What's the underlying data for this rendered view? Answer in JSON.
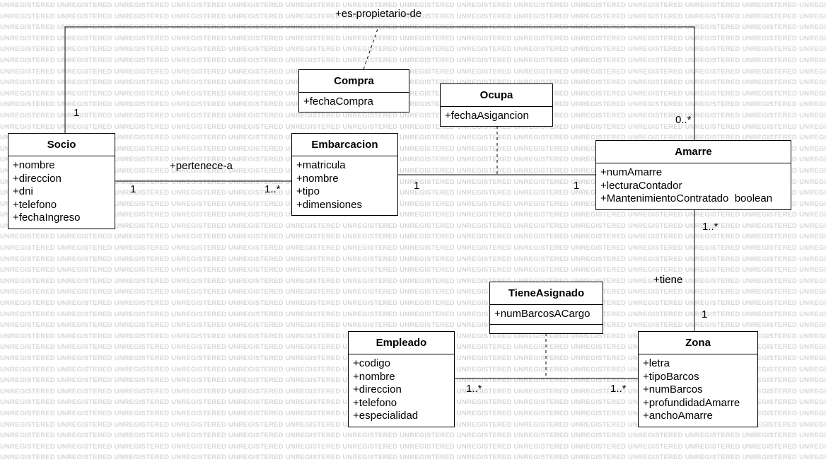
{
  "watermark": "UNREGISTERED",
  "classes": {
    "socio": {
      "name": "Socio",
      "attributes": [
        "+nombre",
        "+direccion",
        "+dni",
        "+telefono",
        "+fechaIngreso"
      ]
    },
    "embarcacion": {
      "name": "Embarcacion",
      "attributes": [
        "+matricula",
        "+nombre",
        "+tipo",
        "+dimensiones"
      ]
    },
    "compra": {
      "name": "Compra",
      "attributes": [
        "+fechaCompra"
      ]
    },
    "ocupa": {
      "name": "Ocupa",
      "attributes": [
        "+fechaAsigancion"
      ]
    },
    "amarre": {
      "name": "Amarre",
      "attributes": [
        "+numAmarre",
        "+lecturaContador",
        "+MantenimientoContratado  boolean"
      ]
    },
    "tieneAsignado": {
      "name": "TieneAsignado",
      "attributes": [
        "+numBarcosACargo"
      ]
    },
    "empleado": {
      "name": "Empleado",
      "attributes": [
        "+codigo",
        "+nombre",
        "+direccion",
        "+telefono",
        "+especialidad"
      ]
    },
    "zona": {
      "name": "Zona",
      "attributes": [
        "+letra",
        "+tipoBarcos",
        "+numBarcos",
        "+profundidadAmarre",
        "+anchoAmarre"
      ]
    }
  },
  "associations": {
    "es_propietario_de": {
      "name": "+es-propietario-de",
      "socio_mult": "1",
      "amarre_mult": "0..*"
    },
    "pertenece_a": {
      "name": "+pertenece-a",
      "socio_mult": "1",
      "embarcacion_mult": "1..*"
    },
    "ocupa": {
      "embarcacion_mult": "1",
      "amarre_mult": "1"
    },
    "tiene": {
      "name": "+tiene",
      "amarre_mult": "1..*",
      "zona_mult": "1"
    },
    "tiene_asignado": {
      "empleado_mult": "1..*",
      "zona_mult": "1..*"
    }
  },
  "colors": {
    "line": "#000000",
    "watermark": "#d7d7d7",
    "background": "#ffffff"
  }
}
